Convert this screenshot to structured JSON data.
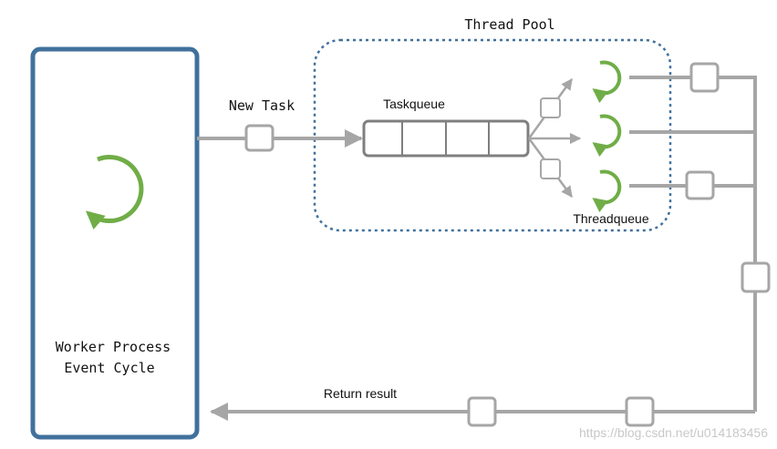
{
  "labels": {
    "pool_title": "Thread Pool",
    "new_task": "New Task",
    "taskqueue": "Taskqueue",
    "threadqueue": "Threadqueue",
    "worker_line1": "Worker Process",
    "worker_line2": "Event Cycle",
    "return_result": "Return result",
    "watermark": "https://blog.csdn.net/u014183456"
  },
  "colors": {
    "worker_border": "#41719c",
    "pool_border": "#41719c",
    "connector": "#a6a6a6",
    "cycle": "#70ad47",
    "queue_border": "#7f7f7f"
  }
}
